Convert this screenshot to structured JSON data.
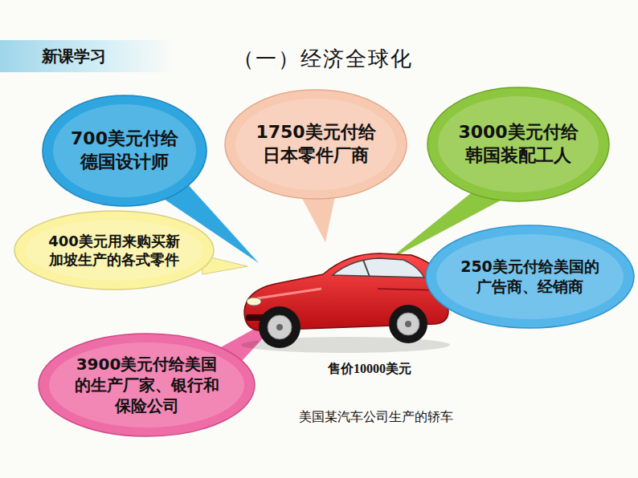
{
  "diagram": {
    "title": "（一）经济全球化",
    "nodes": [
      {
        "text": [
          "新课学习"
        ]
      },
      {
        "text": [
          "700美元付给 德国设计师"
        ]
      },
      {
        "text": [
          "1750美元付给 日本零件厂商"
        ]
      },
      {
        "text": [
          "3000美元付给 韩国装配工人"
        ]
      },
      {
        "text": [
          "400美元用来购买新 加坡生产的各式零件"
        ]
      },
      {
        "text": [
          "250美元付给美国的 广告商、经销商"
        ]
      },
      {
        "text": [
          "3900美元付给美国 的生产厂家、银行和 保险公司"
        ]
      }
    ],
    "labels": [
      "售价10000美元",
      "美国某汽车公司生产的轿车"
    ]
  }
}
